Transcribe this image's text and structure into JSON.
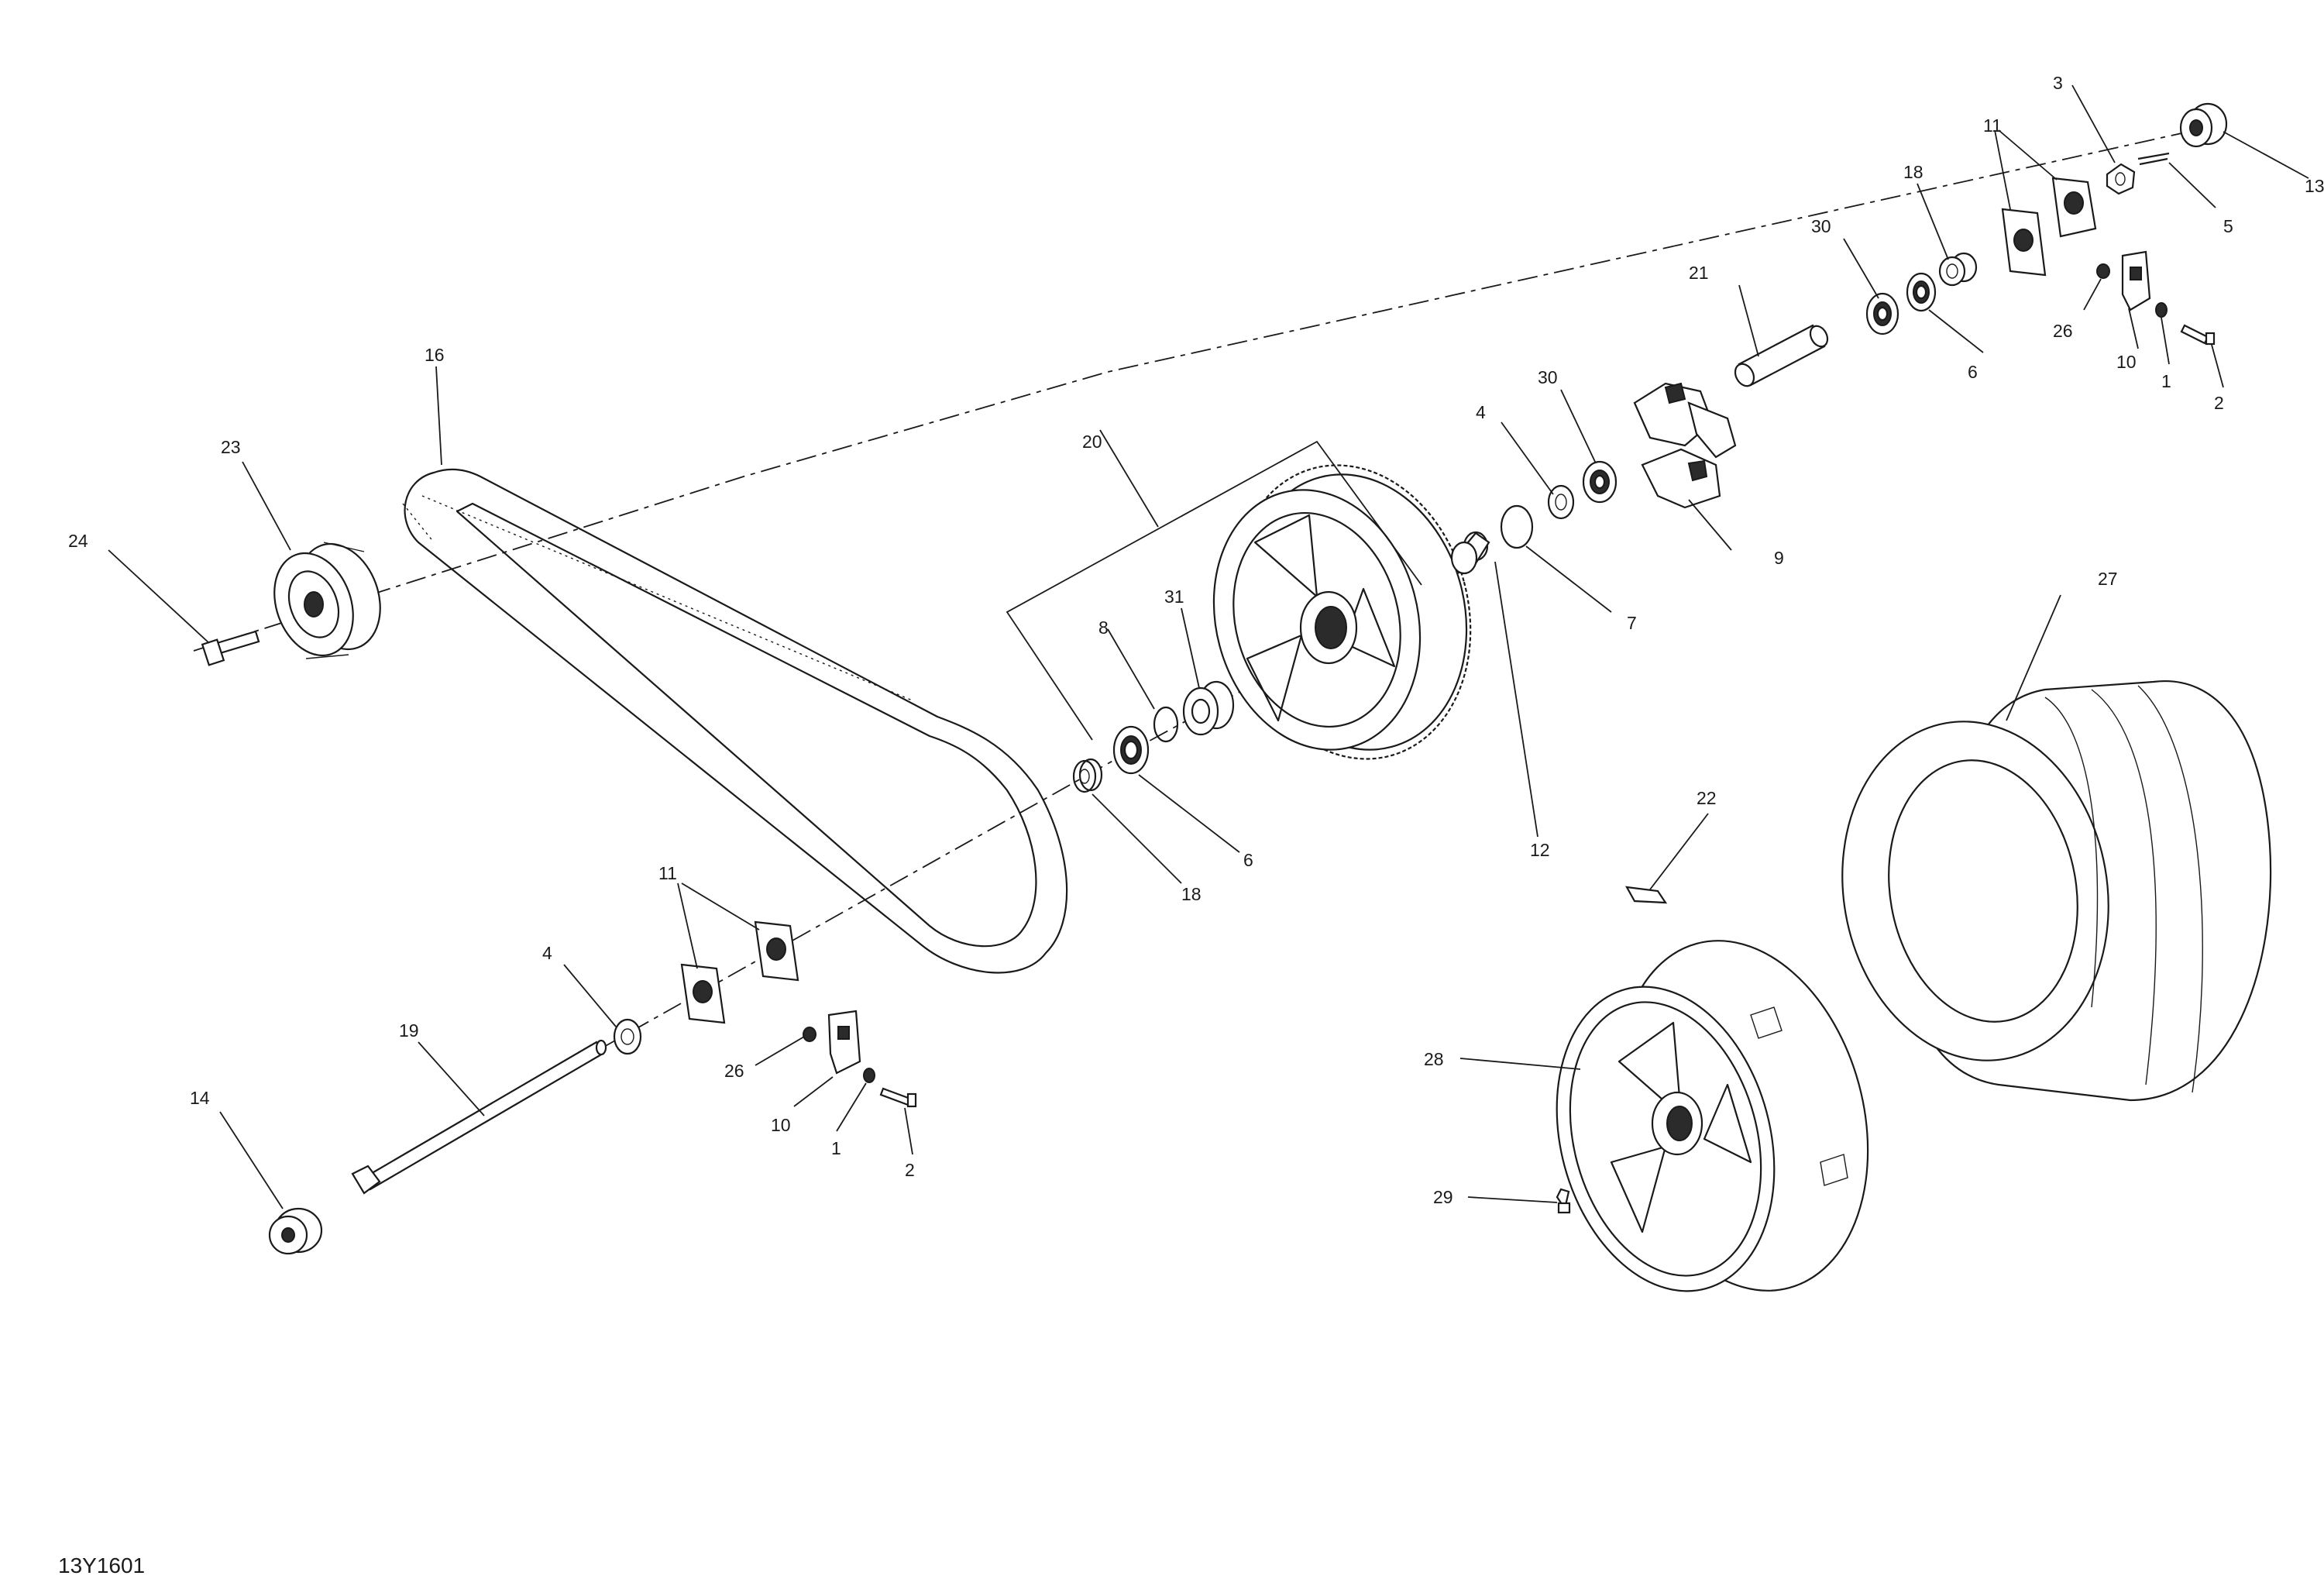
{
  "diagram_code": "13Y1601",
  "callouts": [
    {
      "id": "c1",
      "label": "1"
    },
    {
      "id": "c2",
      "label": "2"
    },
    {
      "id": "c3",
      "label": "3"
    },
    {
      "id": "c4",
      "label": "4"
    },
    {
      "id": "c5",
      "label": "5"
    },
    {
      "id": "c6",
      "label": "6"
    },
    {
      "id": "c7",
      "label": "7"
    },
    {
      "id": "c8",
      "label": "8"
    },
    {
      "id": "c9",
      "label": "9"
    },
    {
      "id": "c10",
      "label": "10"
    },
    {
      "id": "c11",
      "label": "11"
    },
    {
      "id": "c12",
      "label": "12"
    },
    {
      "id": "c13",
      "label": "13"
    },
    {
      "id": "c14",
      "label": "14"
    },
    {
      "id": "c16",
      "label": "16"
    },
    {
      "id": "c18",
      "label": "18"
    },
    {
      "id": "c19",
      "label": "19"
    },
    {
      "id": "c20",
      "label": "20"
    },
    {
      "id": "c21",
      "label": "21"
    },
    {
      "id": "c22",
      "label": "22"
    },
    {
      "id": "c23",
      "label": "23"
    },
    {
      "id": "c24",
      "label": "24"
    },
    {
      "id": "c26",
      "label": "26"
    },
    {
      "id": "c27",
      "label": "27"
    },
    {
      "id": "c28",
      "label": "28"
    },
    {
      "id": "c29",
      "label": "29"
    },
    {
      "id": "c30",
      "label": "30"
    },
    {
      "id": "c31",
      "label": "31"
    }
  ]
}
